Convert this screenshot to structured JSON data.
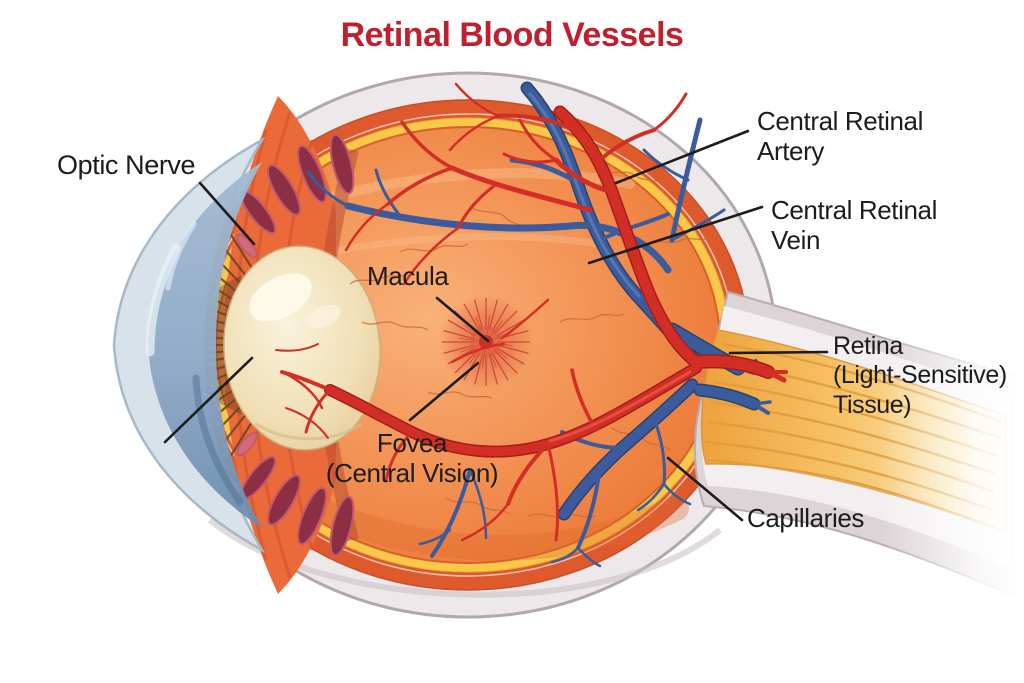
{
  "title": {
    "text": "Retinal Blood Vessels"
  },
  "labels": {
    "optic_nerve": "Optic Nerve",
    "macula": "Macula",
    "fovea_line1": "Fovea",
    "fovea_line2": "(Central Vision)",
    "central_retinal_artery_line1": "Central Retinal",
    "central_retinal_artery_line2": "Artery",
    "central_retinal_vein_line1": "Central Retinal",
    "central_retinal_vein_line2": "Vein",
    "retina_line1": "Retina",
    "retina_line2": "(Light-Sensitive)",
    "retina_line3": "Tissue)",
    "capillaries": "Capillaries"
  },
  "colors": {
    "title": "#BE202D",
    "label_text": "#1C1C1C",
    "background": "#FFFFFF",
    "sclera": "#EDE9EA",
    "sclera_outline": "#B2A7AC",
    "choroid": "#DE5A2D",
    "retina_ring": "#F7C84A",
    "artery": "#D22E26",
    "artery_dark": "#A31E1A",
    "vein": "#3B5B9D",
    "vein_dark": "#28426F",
    "macula": "#D9543B",
    "lens": "#F3E6C4",
    "lens_edge": "#CDAF7E",
    "cornea_light": "#D7E2EB",
    "cornea": "#8FA9C6",
    "iris_fiber": "#6B4722",
    "ciliary": "#8C2F44",
    "nerve_fiber": "#F2AE45",
    "nerve_strand": "#DE9C3A",
    "sheath": "#DCD4D7",
    "leader": "#1C1C1C"
  }
}
